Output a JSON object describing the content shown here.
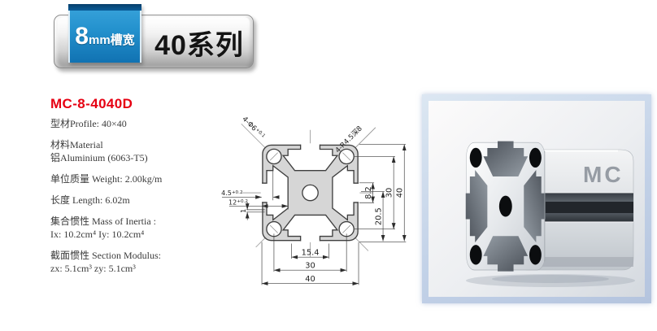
{
  "badge": {
    "slot_number": "8",
    "slot_unit": "mm",
    "slot_text": "槽宽",
    "series": "40系列"
  },
  "product": {
    "model": "MC-8-4040D"
  },
  "specs": [
    {
      "lines": [
        "型材Profile: 40×40"
      ]
    },
    {
      "lines": [
        "材料Material",
        "铝Aluminium (6063-T5)"
      ]
    },
    {
      "lines": [
        "单位质量 Weight: 2.00kg/m"
      ]
    },
    {
      "lines": [
        "长度 Length: 6.02m"
      ]
    },
    {
      "lines": [
        "集合惯性 Mass of Inertia :",
        "Ix: 10.2cm⁴   Iy: 10.2cm⁴"
      ]
    },
    {
      "lines": [
        "截面惯性 Section Modulus:",
        "zx: 5.1cm³   zy: 5.1cm³"
      ]
    }
  ],
  "drawing": {
    "callout_holes": "4-Φ6",
    "callout_holes_tol": "+0.1",
    "callout_taps": "4-R4.5深8",
    "dims_bottom": [
      "15.4",
      "30",
      "40"
    ],
    "dims_right": [
      "8.2",
      "20.5",
      "30",
      "40"
    ],
    "dim_small_1": "4.5",
    "dim_small_1_tol": "+0.2",
    "dim_small_2": "12",
    "dim_small_2_tol": "+0.2",
    "dim_small_3": "1"
  },
  "photo": {
    "logo": "MC"
  },
  "colors": {
    "accent_red": "#e60012",
    "ribbon_blue": "#1777b8",
    "frame_blue": "#c3d2e8",
    "drawing_fill": "#d6d6d6"
  }
}
